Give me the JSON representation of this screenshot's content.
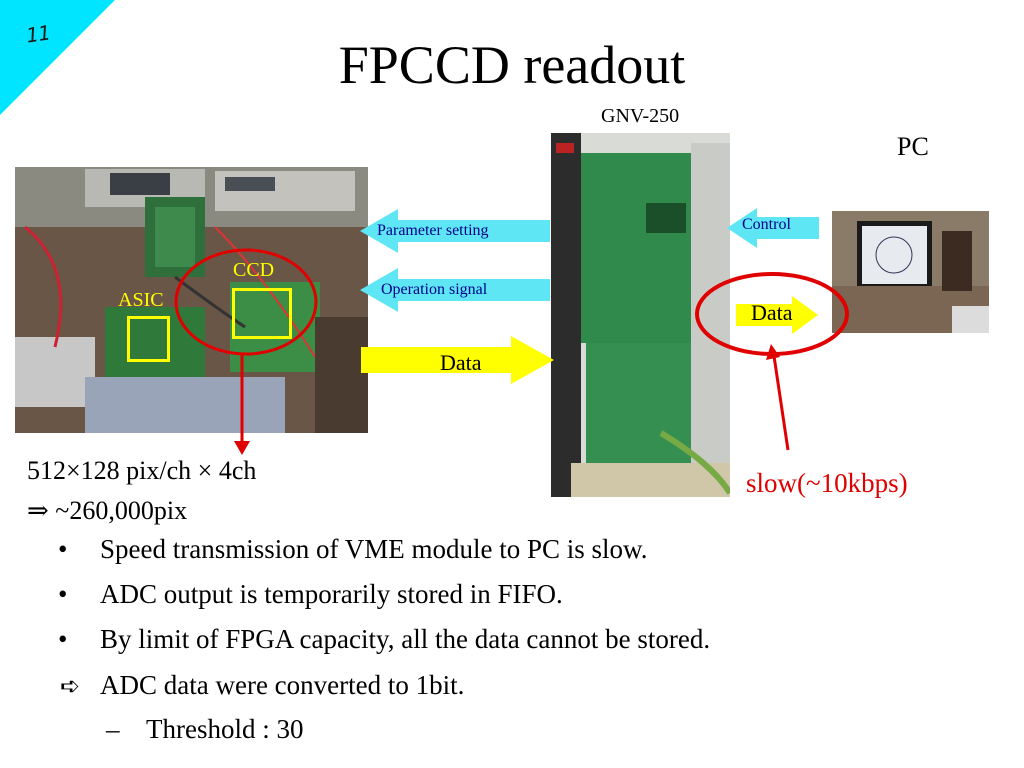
{
  "slide": {
    "number": "11",
    "title": "FPCCD readout"
  },
  "labels": {
    "gnv": "GNV-250",
    "pc": "PC",
    "ccd": "CCD",
    "asic": "ASIC"
  },
  "arrows": {
    "parameter_setting": "Parameter setting",
    "operation_signal": "Operation signal",
    "data_main": "Data",
    "control": "Control",
    "data_pc": "Data"
  },
  "specs": {
    "line1": "512×128 pix/ch × 4ch",
    "line2": "⇒ ~260,000pix"
  },
  "slow_note": "slow(~10kbps)",
  "bullets": [
    {
      "mark": "•",
      "text": "Speed transmission of VME module to PC is slow."
    },
    {
      "mark": "•",
      "text": "ADC output is temporarily stored in FIFO."
    },
    {
      "mark": "•",
      "text": "By limit of FPGA capacity, all the data cannot be stored."
    },
    {
      "mark": "➪",
      "text": "ADC data were converted to 1bit."
    },
    {
      "mark": "–",
      "text": "Threshold : 30"
    }
  ],
  "colors": {
    "cyan_arrow": "#5ee6f5",
    "yellow_arrow": "#ffff00",
    "red": "#e00000",
    "corner": "#00e0ff"
  }
}
